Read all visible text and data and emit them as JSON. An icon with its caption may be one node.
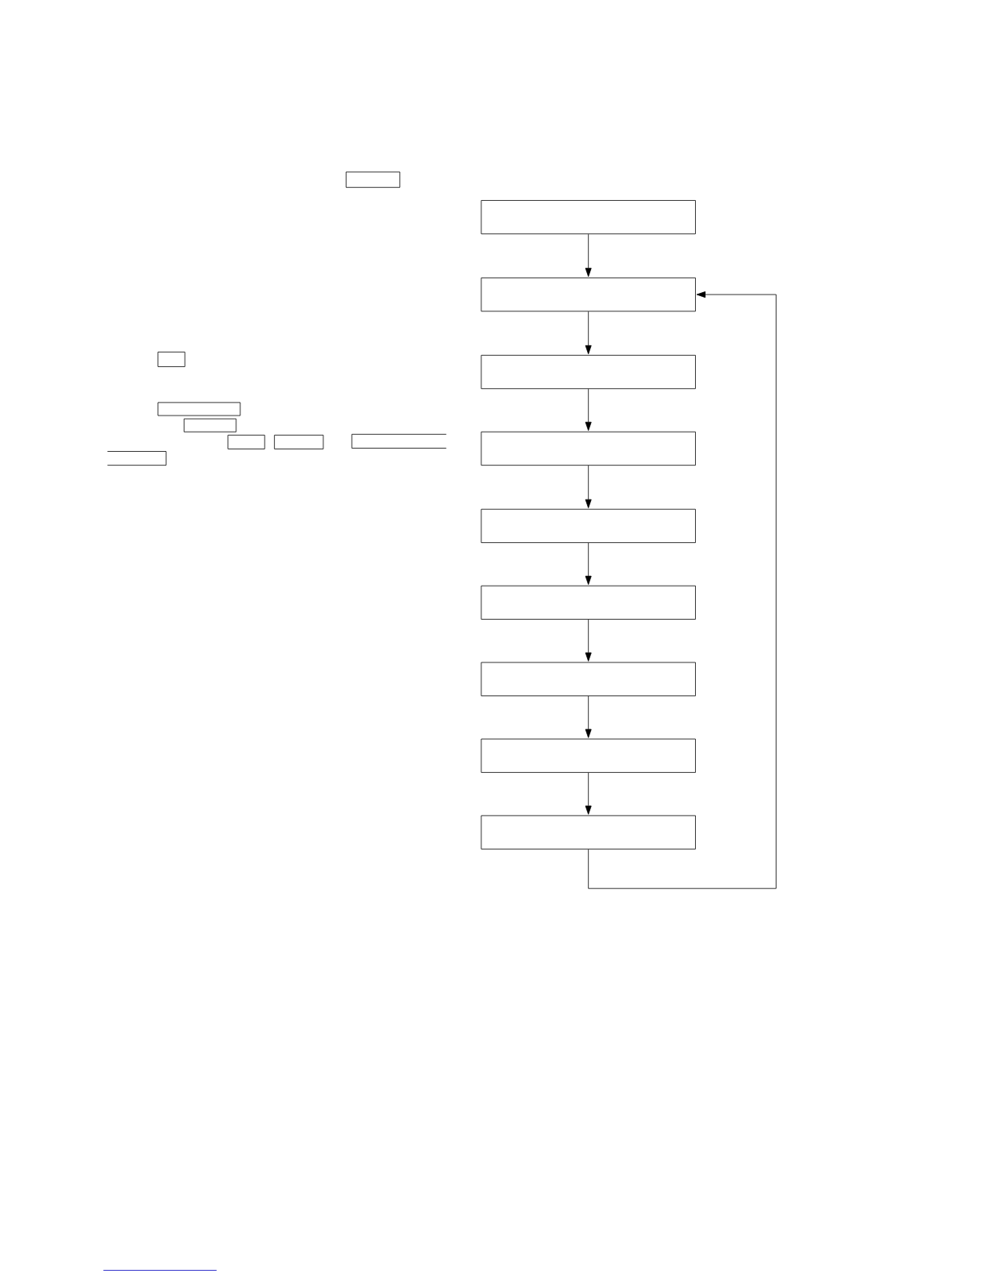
{
  "diagram": {
    "nodes": [
      {
        "text": [],
        "shape": "box"
      },
      {
        "text": [],
        "shape": "box"
      },
      {
        "text": [],
        "shape": "box"
      },
      {
        "text": [],
        "shape": "box"
      },
      {
        "text": [],
        "shape": "box"
      },
      {
        "text": [],
        "shape": "box"
      },
      {
        "text": [],
        "shape": "box"
      },
      {
        "text": [],
        "shape": "box"
      },
      {
        "text": [],
        "shape": "box"
      },
      {
        "text": [],
        "shape": "box"
      },
      {
        "text": [],
        "shape": "box"
      },
      {
        "text": [],
        "shape": "box"
      },
      {
        "text": [],
        "shape": "box"
      },
      {
        "text": [],
        "shape": "box"
      },
      {
        "text": [],
        "shape": "box"
      },
      {
        "text": [],
        "shape": "box"
      },
      {
        "text": [],
        "shape": "box"
      }
    ],
    "edges": [
      {
        "from": 0,
        "to": 1,
        "arrow": "to"
      },
      {
        "from": 1,
        "to": 2,
        "arrow": "to"
      },
      {
        "from": 2,
        "to": 3,
        "arrow": "to"
      },
      {
        "from": 3,
        "to": 4,
        "arrow": "to"
      },
      {
        "from": 4,
        "to": 5,
        "arrow": "to"
      },
      {
        "from": 5,
        "to": 6,
        "arrow": "to"
      },
      {
        "from": 6,
        "to": 7,
        "arrow": "to"
      },
      {
        "from": 7,
        "to": 8,
        "arrow": "to"
      },
      {
        "from": 8,
        "to": 1,
        "arrow": "to"
      }
    ]
  }
}
